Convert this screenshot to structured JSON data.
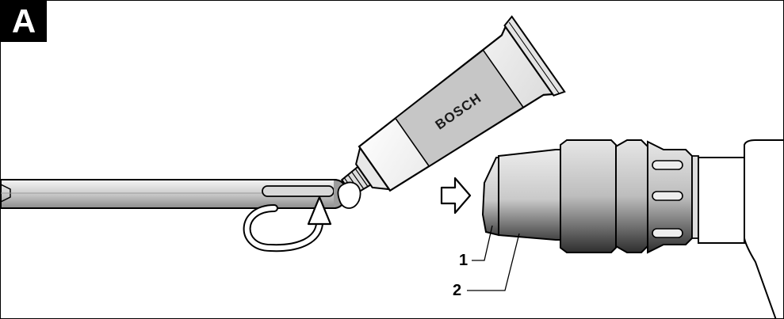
{
  "figure": {
    "letter": "A",
    "callouts": [
      {
        "id": "1",
        "label": "1"
      },
      {
        "id": "2",
        "label": "2"
      }
    ],
    "tube_brand": "BOSCH"
  },
  "colors": {
    "outline": "#000000",
    "metal_light": "#e2e2e2",
    "metal_mid": "#b8b8b8",
    "metal_dark": "#5a5a5a",
    "tube_band": "#c8c8c8",
    "background": "#ffffff"
  },
  "icons": {
    "insert_direction": "outline-right-arrow-icon",
    "rotation": "curved-rotation-arrow-icon"
  }
}
